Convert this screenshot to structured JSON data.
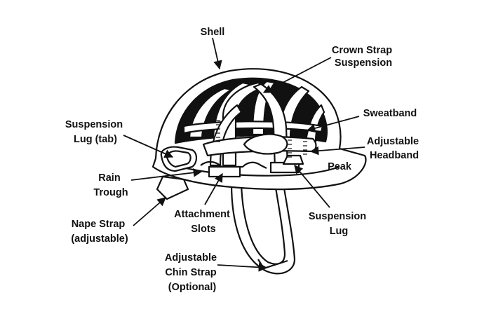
{
  "colors": {
    "ink": "#111111",
    "background": "#ffffff"
  },
  "labels": {
    "shell": [
      "Shell"
    ],
    "crown_strap": [
      "Crown Strap",
      "Suspension"
    ],
    "sweatband": [
      "Sweatband"
    ],
    "suspension_lug_tab": [
      "Suspension",
      "Lug (tab)"
    ],
    "adjustable_headband": [
      "Adjustable",
      "Headband"
    ],
    "peak": [
      "Peak"
    ],
    "rain_trough": [
      "Rain",
      "Trough"
    ],
    "nape_strap": [
      "Nape Strap",
      "(adjustable)"
    ],
    "attachment_slots": [
      "Attachment",
      "Slots"
    ],
    "suspension_lug": [
      "Suspension",
      "Lug"
    ],
    "chin_strap": [
      "Adjustable",
      "Chin Strap",
      "(Optional)"
    ]
  }
}
